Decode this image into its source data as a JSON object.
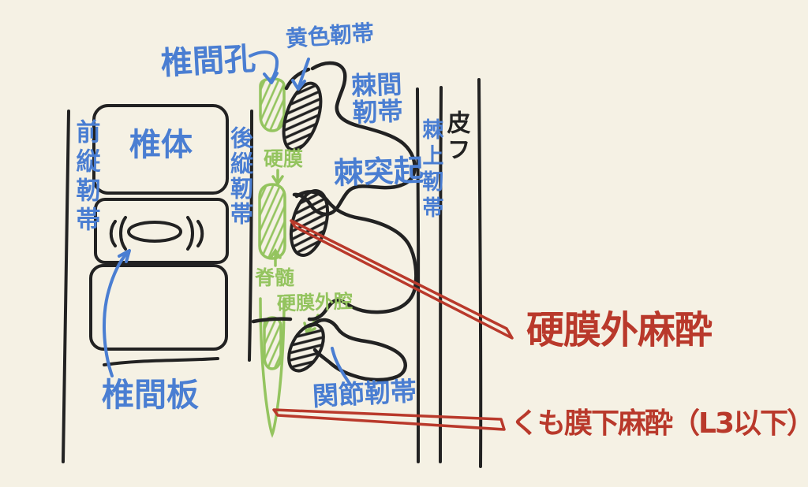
{
  "diagram": {
    "description_labels": {
      "intervertebral_foramen": "椎間孔",
      "ligamentum_flavum": "黄色靭帯",
      "interspinous_ligament": "棘間靭帯",
      "vertebral_body": "椎体",
      "anterior_longitudinal_ligament": "前縦靭帯",
      "posterior_longitudinal_ligament": "後縦靭帯",
      "supraspinous_ligament": "棘上靭帯",
      "skin": "皮フ",
      "dura_mater": "硬膜",
      "spinal_cord": "脊髄",
      "epidural_space": "硬膜外腔",
      "spinous_process": "棘突起",
      "intervertebral_disc": "椎間板",
      "articular_ligament": "関節靭帯"
    },
    "annotations": {
      "epidural_anesthesia": "硬膜外麻酔",
      "spinal_anesthesia": "くも膜下麻酔（L3以下）"
    },
    "colors": {
      "background": "#f5f1e4",
      "ink_black": "#222222",
      "label_blue": "#4a7ed2",
      "structure_green": "#94c45f",
      "annotation_red": "#b9392b"
    }
  }
}
